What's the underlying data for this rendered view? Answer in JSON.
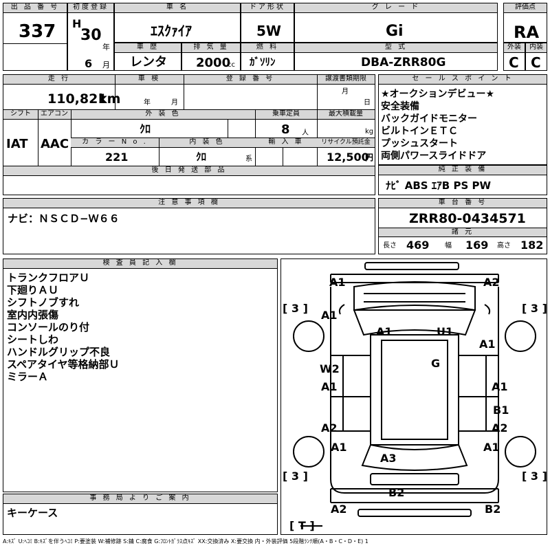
{
  "header": {
    "lot_label": "出 品 番 号",
    "lot": "337",
    "first_reg_label": "初度登録",
    "era": "H",
    "year": "30",
    "year_unit": "年",
    "month": "6",
    "month_unit": "月",
    "name_label": "車 名",
    "name": "ｴｽｸｧｲｱ",
    "door_label": "ドア形状",
    "door": "5W",
    "grade_label": "グ レ ー ド",
    "grade": "Gi",
    "score_label": "評価点",
    "score": "RA",
    "history_label": "車 歴",
    "history": "レンタ",
    "displacement_label": "排 気 量",
    "displacement": "2000",
    "displacement_unit": "cc",
    "fuel_label": "燃 料",
    "fuel": "ｶﾞｿﾘﾝ",
    "model_label": "型 式",
    "model": "DBA-ZRR80G",
    "exterior_label": "外装",
    "exterior": "C",
    "interior_label": "内装",
    "interior": "C"
  },
  "row2": {
    "mileage_label": "走 行",
    "mileage": "110,821",
    "mileage_unit": "km",
    "inspection_label": "車 検",
    "inspection_year": "年",
    "inspection_month": "月",
    "plate_label": "登 録 番 号",
    "transfer_label": "譲渡書類期限",
    "transfer_month": "月",
    "transfer_day": "日",
    "shift_label": "シフト",
    "shift": "IAT",
    "ac_label": "エアコン",
    "ac": "AAC",
    "color_label": "外 装 色",
    "color": "ｸﾛ",
    "capacity_label": "乗車定員",
    "capacity": "8",
    "capacity_unit": "人",
    "load_label": "最大積載量",
    "load_unit": "kg",
    "color_no_label": "カ ラ ー N o .",
    "color_no": "221",
    "int_color_label": "内 装 色",
    "int_color": "ｸﾛ",
    "int_color_unit": "系",
    "import_label": "輸 入 車",
    "recycle_label": "リサイクル預託金",
    "recycle": "12,500",
    "recycle_unit": "円",
    "later_label": "後 日 発 送 部 品"
  },
  "sales": {
    "label": "セ ー ル ス ポ イ ン ト",
    "points": [
      "★オークションデビュー★",
      "安全装備",
      "バックガイドモニター",
      "ビルトインＥＴＣ",
      "プッシュスタート",
      "両側パワースライドドア"
    ]
  },
  "equipment": {
    "label": "純 正 装 備",
    "value": "ﾅﾋﾞ ABS ｴｱB PS PW"
  },
  "notes": {
    "label": "注 意 事 項 欄",
    "value": "ナビ：ＮＳＣＤ−Ｗ６６"
  },
  "chassis": {
    "label": "車 台 番 号",
    "value": "ZRR80-0434571"
  },
  "dims": {
    "label": "諸 元",
    "length_label": "長さ",
    "length": "469",
    "width_label": "幅",
    "width": "169",
    "height_label": "高さ",
    "height": "182"
  },
  "inspector": {
    "label": "検 査 員 記 入 欄",
    "lines": [
      "トランクフロアＵ",
      "下廻りＡＵ",
      "シフトノブすれ",
      "室内内張傷",
      "コンソールのり付",
      "シートしわ",
      "ハンドルグリップ不良",
      "スペアタイヤ等格納部Ｕ",
      "ミラーＡ"
    ]
  },
  "office": {
    "label": "事 務 局 よ り ご 案 内",
    "value": "キーケース"
  },
  "diagram": {
    "marks": [
      "A1",
      "A2",
      "A1",
      "A1",
      "U1",
      "A1",
      "G",
      "W2",
      "A1",
      "A1",
      "A2",
      "B1",
      "A2",
      "A1",
      "A1",
      "A3",
      "B2",
      "A2",
      "B2"
    ],
    "tyres": [
      "[ 3 ]",
      "[ 3 ]",
      "[ 3 ]",
      "[ 3 ]",
      "[ T ]"
    ]
  },
  "legend": "A:ｷｽﾞ  U:ﾍｺﾐ  B:ｷｽﾞを伴うﾍｺﾐ  P:要塗装  W:補修跡  S:錆  C:腐食  G:ﾌﾛﾝﾄｶﾞﾗｽ点ｷｽﾞ  XX:交換済み  X:要交換   内・外装評価  5段階ﾗﾝｸ順(A・B・C・D・E) 1"
}
